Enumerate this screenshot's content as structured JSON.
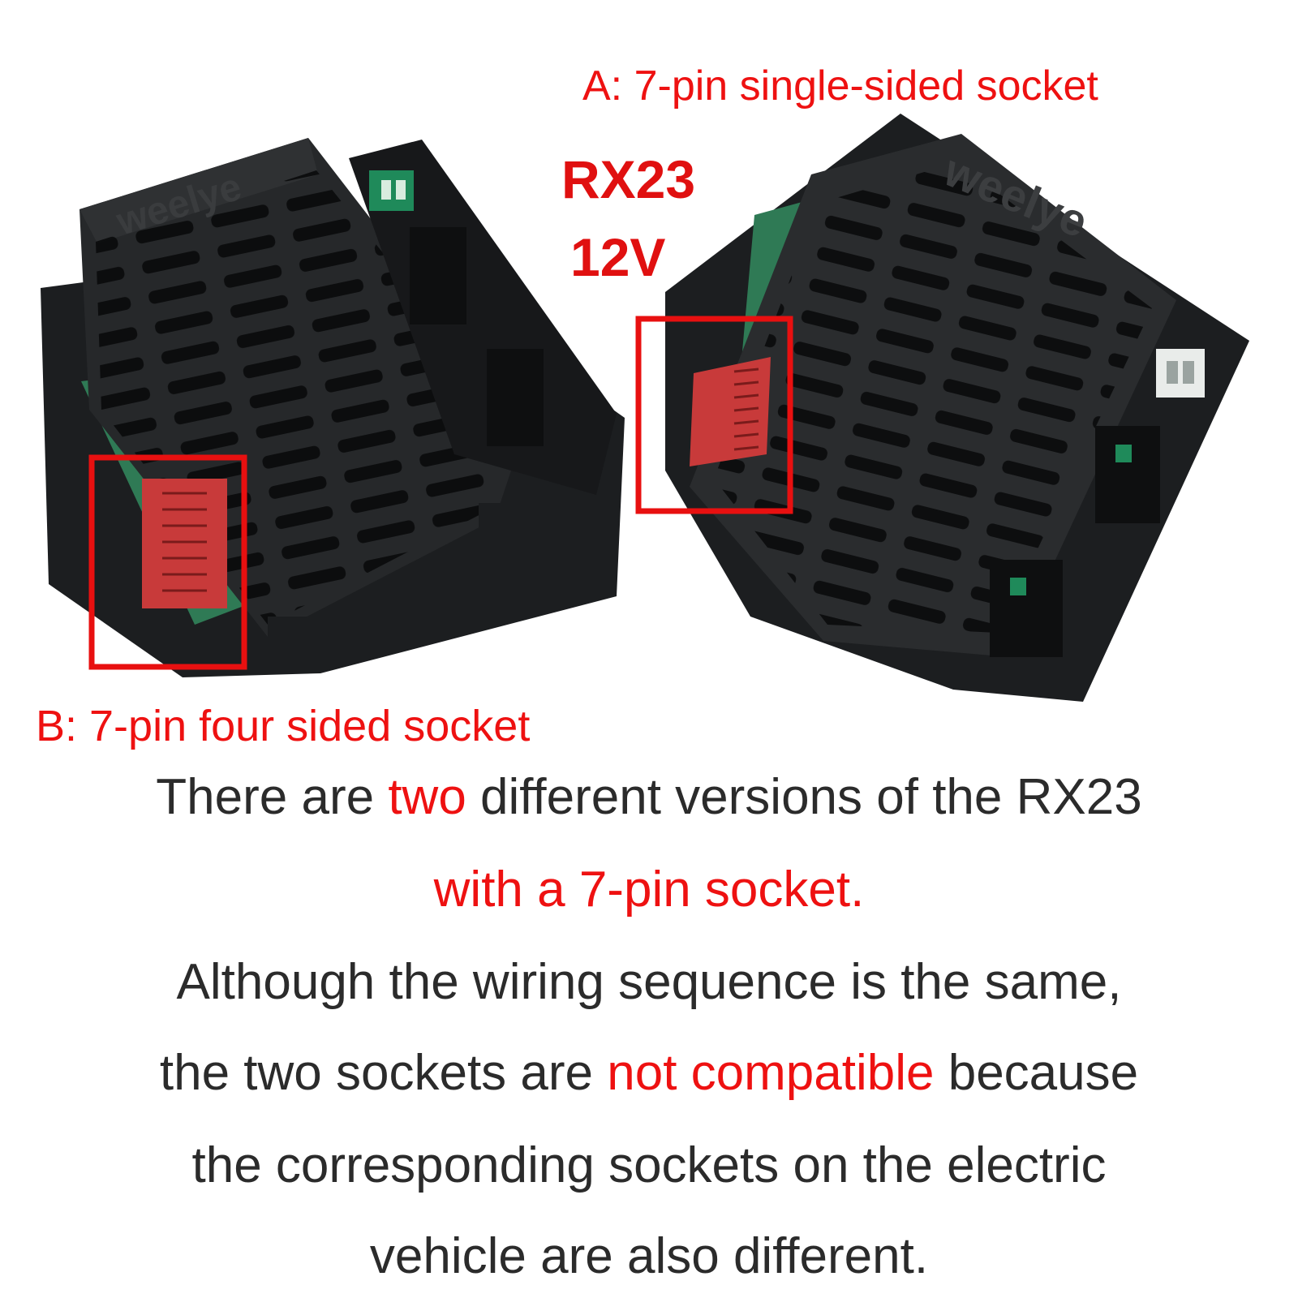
{
  "labels": {
    "version_a": "A: 7-pin single-sided socket",
    "version_b": "B: 7-pin four sided socket",
    "model": "RX23",
    "voltage": "12V",
    "brand_logo": "weelye"
  },
  "description": {
    "line1": {
      "before": "There are ",
      "highlight": "two",
      "after": " different versions of the RX23"
    },
    "line2": "with a 7-pin socket.",
    "line3": "Although the wiring sequence is the same,",
    "line4": {
      "before": "the two sockets are ",
      "highlight": "not compatible",
      "after": " because"
    },
    "line5": "the corresponding sockets on the electric",
    "line6": "vehicle are also different."
  },
  "colors": {
    "highlight": "#ee1111",
    "body_text": "#2b2b2b",
    "housing": "#1f2123",
    "pcb": "#2f7a55",
    "socket_red": "#c83a3a",
    "frame": "#e81010"
  }
}
